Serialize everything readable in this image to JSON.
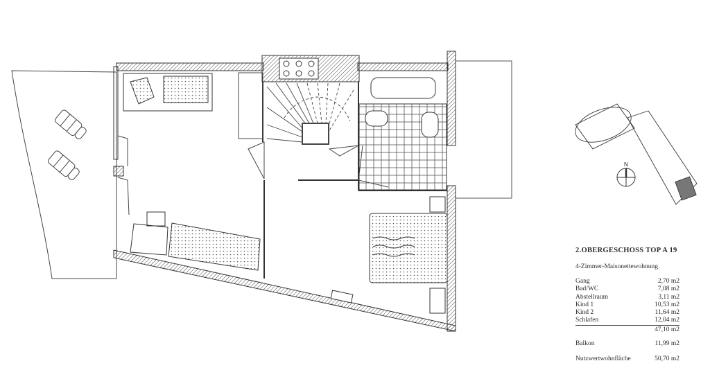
{
  "plan": {
    "floor_title": "2.OBERGESCHOSS TOP A 19",
    "apartment_type": "4-Zimmer-Maisonettewohnung",
    "compass_label": "N",
    "rooms": [
      {
        "name": "Gang",
        "area": "2,70 m2"
      },
      {
        "name": "Bad/WC",
        "area": "7,08 m2"
      },
      {
        "name": "Abstellraum",
        "area": "3,11 m2"
      },
      {
        "name": "Kind 1",
        "area": "10,53 m2"
      },
      {
        "name": "Kind 2",
        "area": "11,64 m2"
      },
      {
        "name": "Schlafen",
        "area": "12,04 m2"
      }
    ],
    "subtotal": "47,10 m2",
    "balcony": {
      "name": "Balkon",
      "area": "11,99 m2"
    },
    "usable_area": {
      "name": "Nutzwertwohnfläche",
      "area": "50,70 m2"
    },
    "colors": {
      "line": "#333333",
      "background": "#ffffff",
      "site_highlight": "#777777"
    }
  }
}
